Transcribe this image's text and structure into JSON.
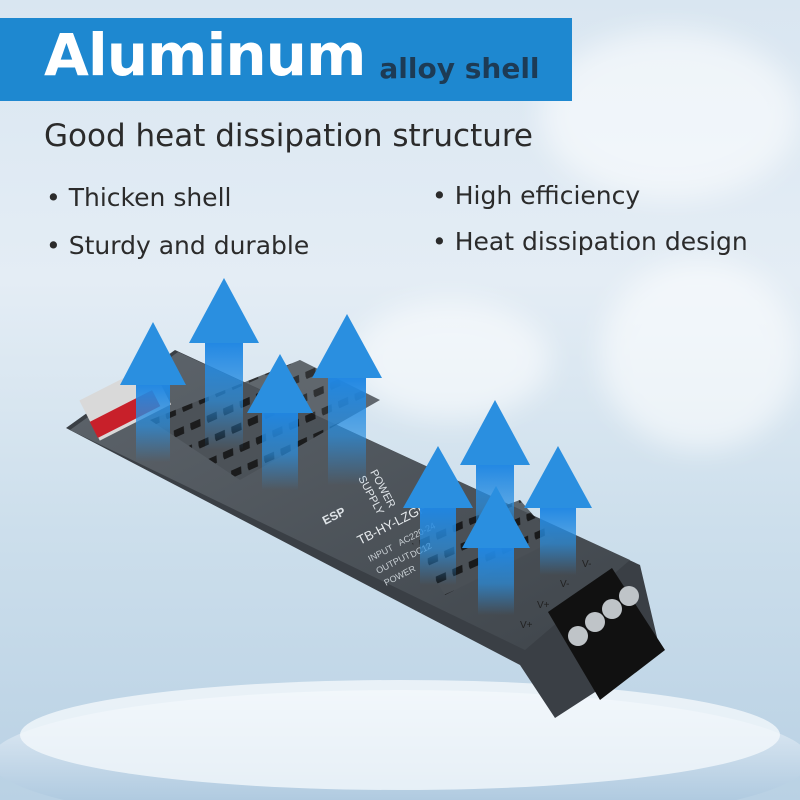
{
  "header": {
    "title_main": "Aluminum",
    "title_sub": "alloy shell"
  },
  "subtitle": "Good heat dissipation structure",
  "features": {
    "left": [
      "Thicken shell",
      "Sturdy and durable"
    ],
    "right": [
      "High efficiency",
      "Heat dissipation design"
    ]
  },
  "bullet": "•",
  "device": {
    "brand": "ESP",
    "model": "TB-HY-LZGF-100",
    "label_power": "POWER",
    "label_supply": "SUPPLY",
    "spec_input": "INPUT",
    "spec_output": "OUTPUT",
    "spec_power": "POWER",
    "spec_input_value": "AC220-24",
    "spec_output_value": "DC12",
    "terminal_labels": [
      "V+",
      "V+",
      "V-",
      "V-"
    ]
  },
  "colors": {
    "accent": "#1e88d0",
    "arrow": "#2a8fe0",
    "text": "#2b2b2b",
    "shell": "#4c5259"
  },
  "icons": [
    "arrow-up-icon"
  ]
}
